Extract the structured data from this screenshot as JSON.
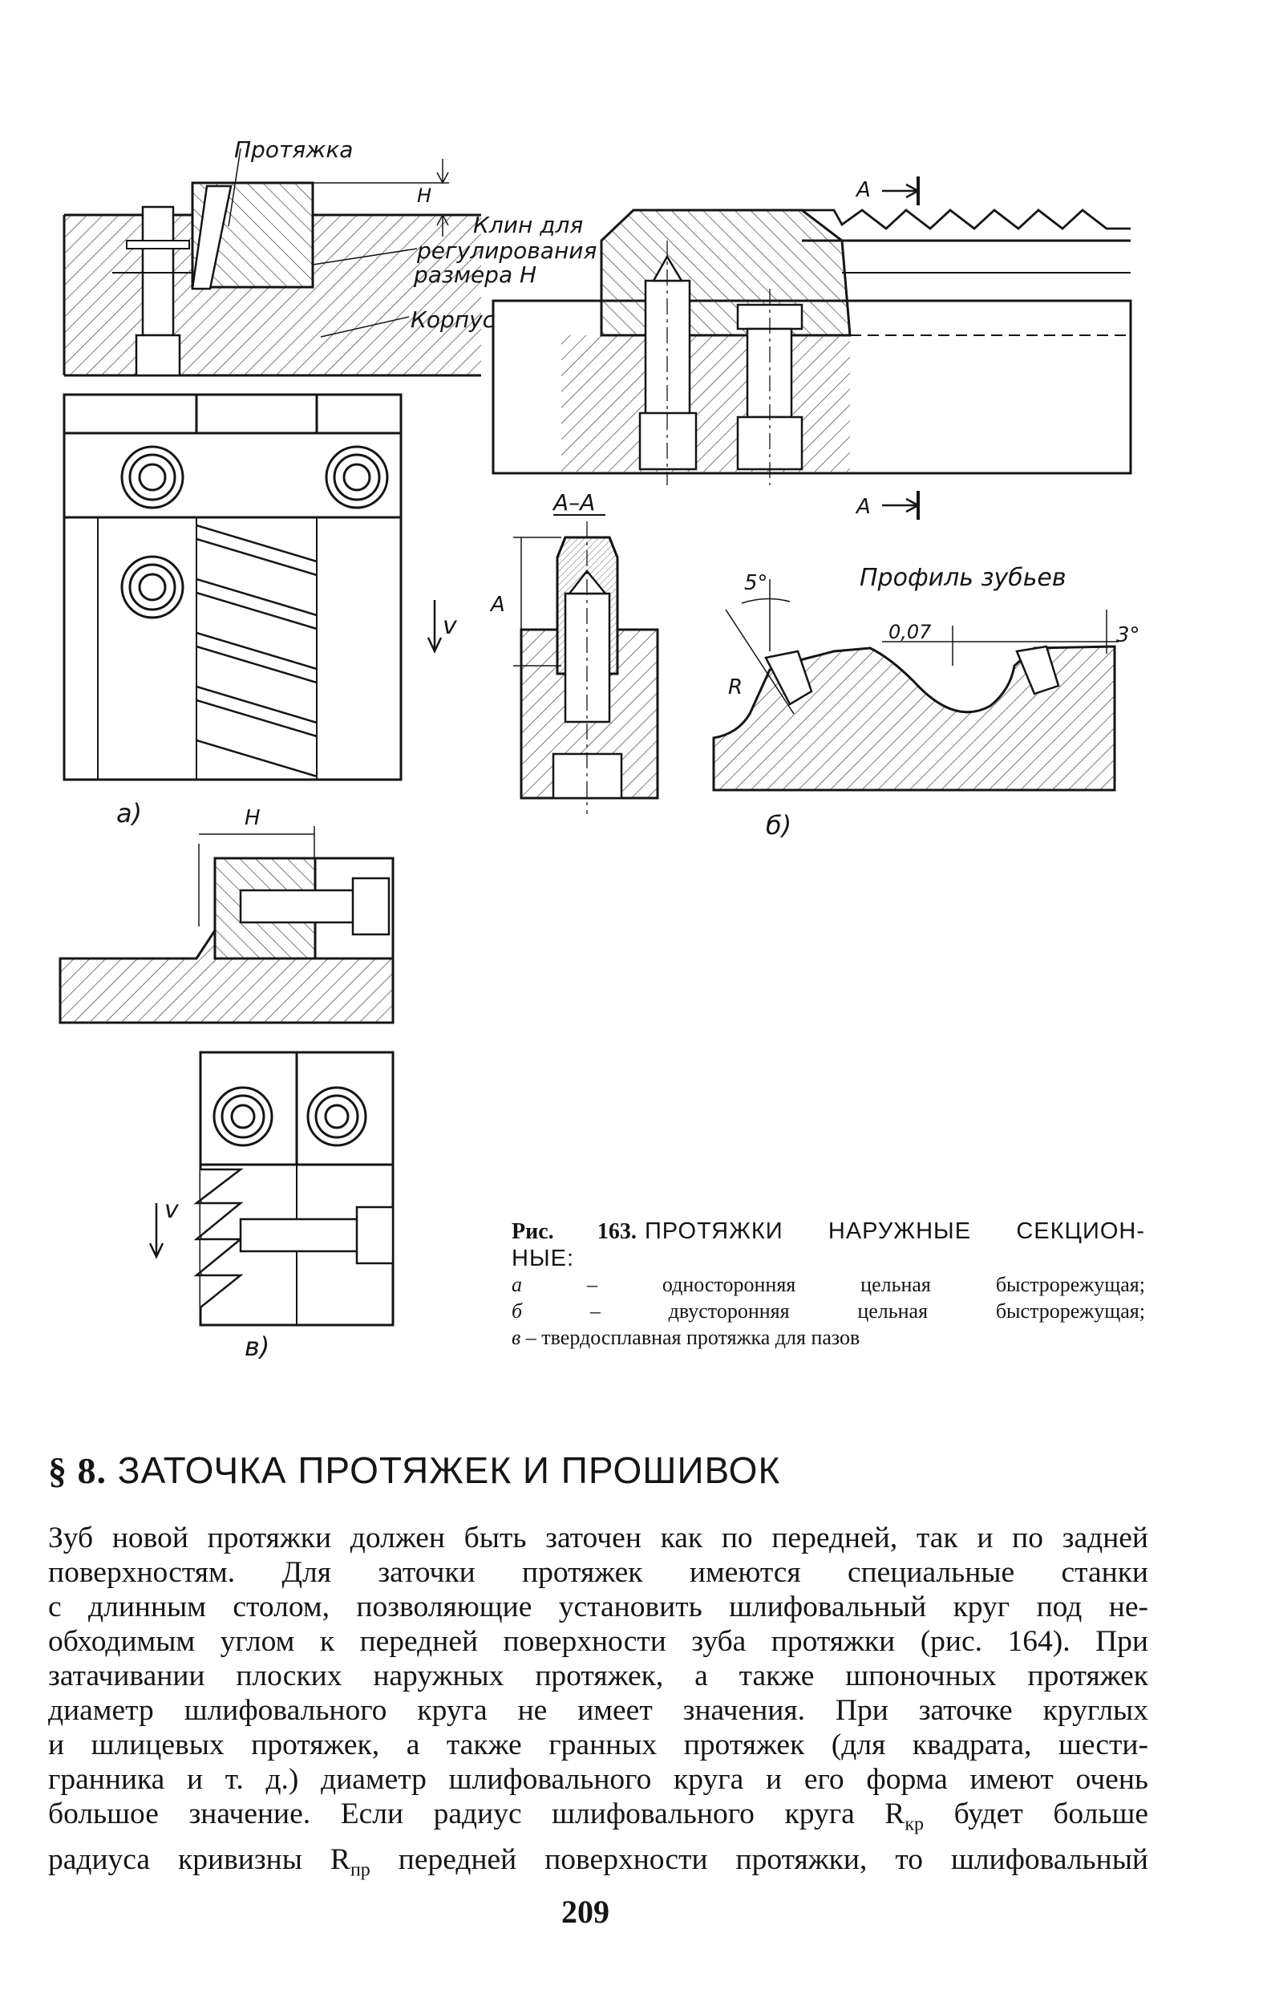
{
  "figure": {
    "labels": {
      "protyazhka": "Протяжка",
      "h_dim": "H",
      "klin_line1": "Клин для",
      "klin_line2": "регулирования",
      "klin_line3": "размера H",
      "korpus": "Корпус",
      "section_a_top": "А",
      "section_a_bottom": "А",
      "section_aa": "А–А",
      "dim_a": "А",
      "v_a": "v",
      "v_v": "v",
      "angle_5": "5°",
      "profile_title": "Профиль зубьев",
      "dim_007": "0,07",
      "angle_3": "3°",
      "radius_r": "R",
      "h_dim_v": "H",
      "sub_a": "а)",
      "sub_b": "б)",
      "sub_v": "в)"
    }
  },
  "caption": {
    "number": "Рис. 163.",
    "title_line1": "ПРОТЯЖКИ НАРУЖНЫЕ СЕКЦИОН-",
    "title_line2": "НЫЕ:",
    "items": [
      {
        "letter": "а",
        "text": " – односторонняя цельная быстрорежущая;"
      },
      {
        "letter": "б",
        "text": " – двусторонняя цельная быстрорежущая;"
      },
      {
        "letter": "в",
        "text": " – твердосплавная протяжка для пазов"
      }
    ]
  },
  "section": {
    "number": "§ 8.",
    "title": "ЗАТОЧКА ПРОТЯЖЕК И ПРОШИВОК"
  },
  "body": {
    "lines": [
      "Зуб новой протяжки должен быть заточен как по передней, так и по задней",
      "поверхностям. Для заточки протяжек имеются специальные станки",
      "с длинным столом, позволяющие установить шлифовальный круг под не-",
      "обходимым углом к передней поверхности зуба протяжки (рис. 164). При",
      "затачивании плоских наружных протяжек, а также шпоночных протяжек",
      "диаметр шлифовального круга не имеет значения. При заточке круглых",
      "и шлицевых протяжек, а также гранных протяжек (для квадрата, шести-",
      "гранника и т. д.) диаметр шлифовального круга и его форма имеют очень",
      "большое значение. Если радиус шлифовального круга R",
      "кр",
      " будет больше",
      "радиуса кривизны R",
      "пр",
      " передней поверхности протяжки, то шлифовальный"
    ]
  },
  "page_number": "209"
}
